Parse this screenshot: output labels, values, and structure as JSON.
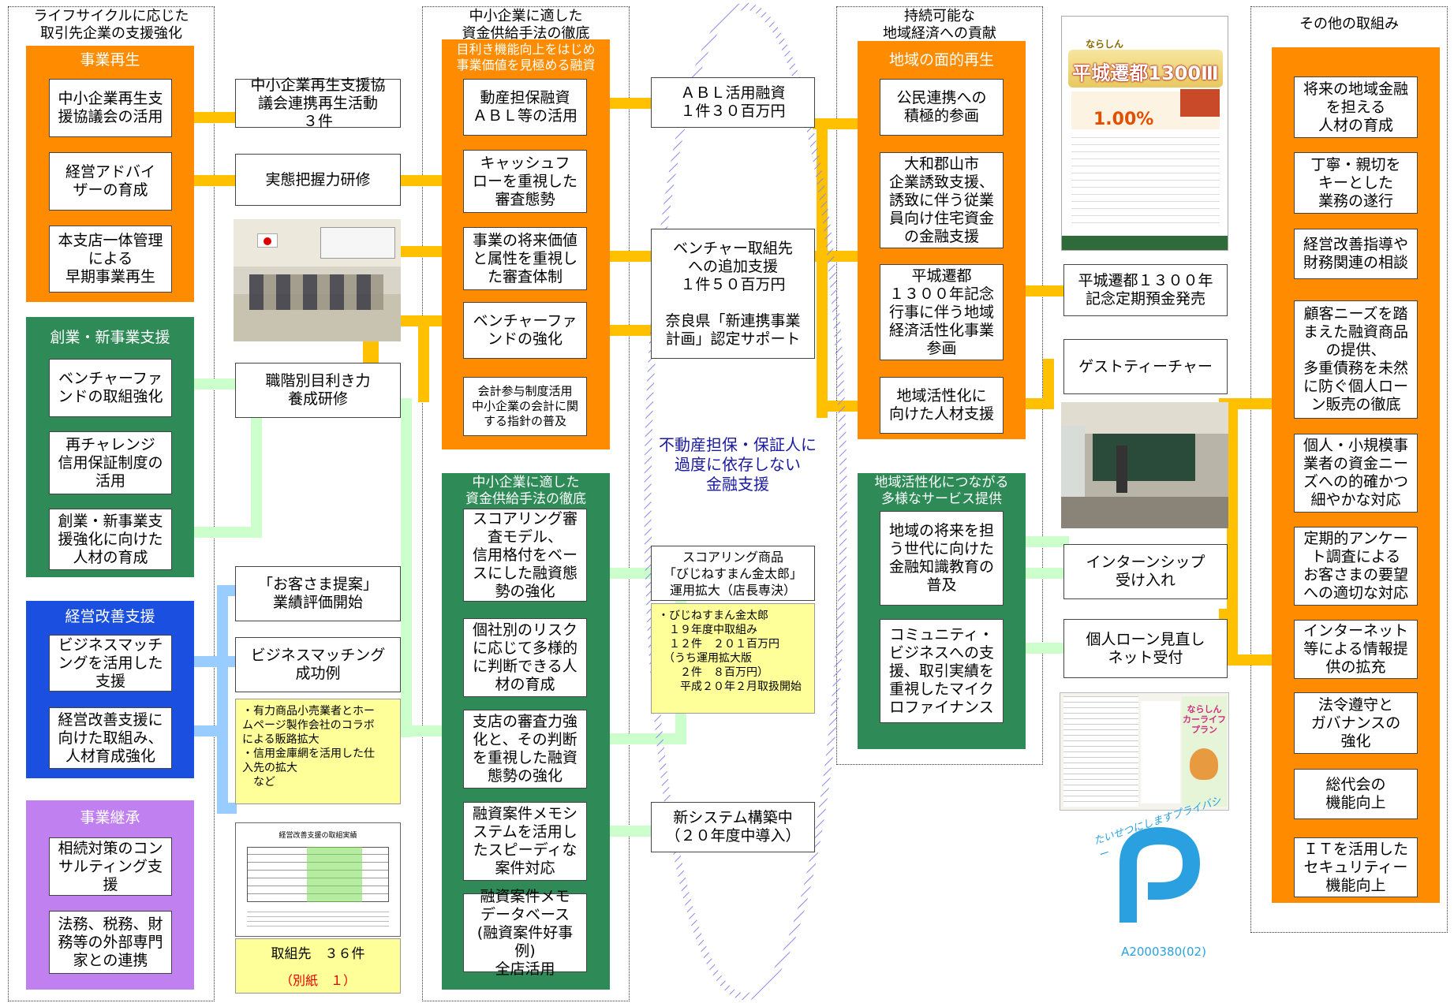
{
  "columns": {
    "c1": "ライフサイクルに応じた\n取引先企業の支援強化",
    "c2": "中小企業に適した\n資金供給手法の徹底",
    "c3": "持続可能な\n地域経済への貢献",
    "c4": "その他の取組み"
  },
  "panels": {
    "jigyo_saisei": {
      "title": "事業再生",
      "items": [
        "中小企業再生支\n援協議会の活用",
        "経営アドバイ\nザーの育成",
        "本支店一体管理\nによる\n早期事業再生"
      ]
    },
    "sogyo": {
      "title": "創業・新事業支援",
      "items": [
        "ベンチャーファ\nンドの取組強化",
        "再チャレンジ\n信用保証制度の\n活用",
        "創業・新事業支\n援強化に向けた\n人材の育成"
      ]
    },
    "keiei_kaizen": {
      "title": "経営改善支援",
      "items": [
        "ビジネスマッチ\nングを活用した\n支援",
        "経営改善支援に\n向けた取組み、\n人材育成強化"
      ]
    },
    "jigyo_keisho": {
      "title": "事業継承",
      "items": [
        "相続対策のコン\nサルティング支\n援",
        "法務、税務、財\n務等の外部専門\n家との連携"
      ]
    },
    "mekiki": {
      "title": "目利き機能向上をはじめ\n事業価値を見極める融資",
      "items": [
        "動産担保融資\nＡＢＬ等の活用",
        "キャッシュフ\nローを重視した\n審査態勢",
        "事業の将来価値\nと属性を重視し\nた審査体制",
        "ベンチャーファ\nンドの強化",
        "会計参与制度活用\n中小企業の会計に関\nする指針の普及"
      ]
    },
    "shikin": {
      "title": "中小企業に適した\n資金供給手法の徹底",
      "items": [
        "スコアリング審\n査モデル、\n信用格付をベー\nスにした融資態\n勢の強化",
        "個社別のリスク\nに応じて多様的\nに判断できる人\n材の育成",
        "支店の審査力強\n化と、その判断\nを重視した融資\n態勢の強化",
        "融資案件メモシ\nステムを活用し\nたスピーディな\n案件対応",
        "融資案件メモ\nデータベース\n(融資案件好事例)\n全店活用"
      ]
    },
    "chiiki_saisei": {
      "title": "地域の面的再生",
      "items": [
        "公民連携への\n積極的参画",
        "大和郡山市\n企業誘致支援、\n誘致に伴う従業\n員向け住宅資金\nの金融支援",
        "平城遷都\n１３００年記念\n行事に伴う地域\n経済活性化事業\n参画",
        "地域活性化に\n向けた人材支援"
      ]
    },
    "chiiki_service": {
      "title": "地域活性化につながる\n多様なサービス提供",
      "items": [
        "地域の将来を担\nう世代に向けた\n金融知識教育の\n普及",
        "コミュニティ・\nビジネスへの支\n援、取引実績を\n重視したマイク\nロファイナンス"
      ]
    },
    "sonota": {
      "items": [
        "将来の地域金融\nを担える\n人材の育成",
        "丁寧・親切を\nキーとした\n業務の遂行",
        "経営改善指導や\n財務関連の相談",
        "顧客ニーズを踏\nまえた融資商品\nの提供、\n多重債務を未然\nに防ぐ個人ロー\nン販売の徹底",
        "個人・小規模事\n業者の資金ニー\nズへの的確かつ\n細やかな対応",
        "定期的アンケー\nト調査による\nお客さまの要望\nへの適切な対応",
        "インターネット\n等による情報提\n供の拡充",
        "法令遵守と\nガバナンスの\n強化",
        "総代会の\n機能向上",
        "ＩＴを活用した\nセキュリティー\n機能向上"
      ]
    }
  },
  "results": {
    "saisei_renkei": "中小企業再生支援協\n議会連携再生活動\n３件",
    "jittai": "実態把握力研修",
    "shokusou": "職階別目利き力\n養成研修",
    "okyakusama": "「お客さま提案」\n業績評価開始",
    "matching": "ビジネスマッチング\n成功例",
    "matching_note": "・有力商品小売業者とホー\nムページ製作会社のコラボ\nによる販路拡大\n・信用金庫網を活用した仕\n入先の拡大\n　など",
    "torikumi": "取組先　３６件",
    "bessi": "（別紙　１）",
    "abl": "ＡＢＬ活用融資\n１件３０百万円",
    "venture": "ベンチャー取組先\nへの追加支援\n１件５０百万円\n\n奈良県「新連携事業\n計画」認定サポート",
    "scoring": "スコアリング商品\n「びじねすまん金太郎」\n運用拡大（店長専決）",
    "scoring_note": "・びじねすまん金太郎\n　１９年度中取組み\n　１２件　２０１百万円\n　（うち運用拡大版\n　　２件　８百万円）\n　　平成２０年２月取扱開始",
    "new_system": "新システム構築中\n（２０年度中導入）",
    "oval_text": "不動産担保・保証人に\n過度に依存しない\n金融支援",
    "heijo_teiki": "平城遷都１３００年\n記念定期預金発売",
    "guest": "ゲストティーチャー",
    "intern": "インターンシップ\n受け入れ",
    "loan_net": "個人ローン見直し\nネット受付"
  },
  "poster": {
    "brand": "ならしん",
    "headline": "平城遷都1300Ⅲ",
    "rate": "1.00%"
  },
  "brochure": {
    "title": "ならしん\nカーライフ\nプラン"
  },
  "privacy": {
    "caption": "たいせつにしますプライバシー",
    "code": "A2000380(02)"
  },
  "sheet": {
    "title": "経営改善支援の取組実績"
  }
}
